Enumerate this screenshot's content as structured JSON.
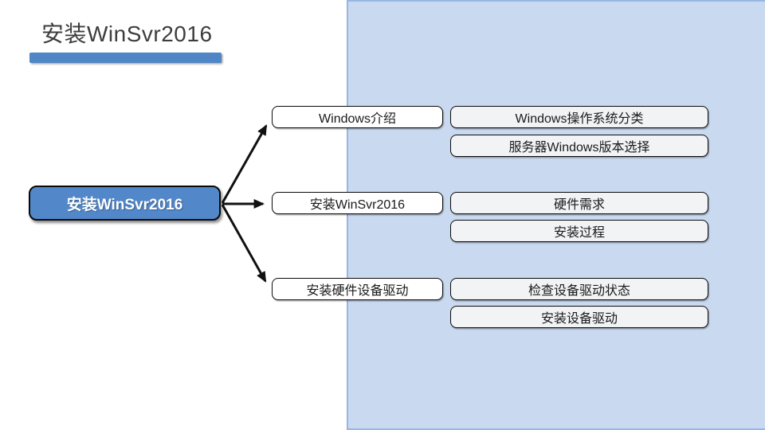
{
  "slide": {
    "title": "安装WinSvr2016",
    "accent_color": "#4e86c6",
    "panel_fill": "#c9d9f0",
    "panel_border": "#96b6e4"
  },
  "diagram": {
    "root": {
      "label": "安装WinSvr2016",
      "fill": "#5287c9",
      "text_color": "#ffffff"
    },
    "branches": [
      {
        "label": "Windows介绍",
        "children": [
          "Windows操作系统分类",
          "服务器Windows版本选择"
        ]
      },
      {
        "label": "安装WinSvr2016",
        "children": [
          "硬件需求",
          "安装过程"
        ]
      },
      {
        "label": "安装硬件设备驱动",
        "children": [
          "检查设备驱动状态",
          "安装设备驱动"
        ]
      }
    ],
    "connector_color": "#111111"
  }
}
